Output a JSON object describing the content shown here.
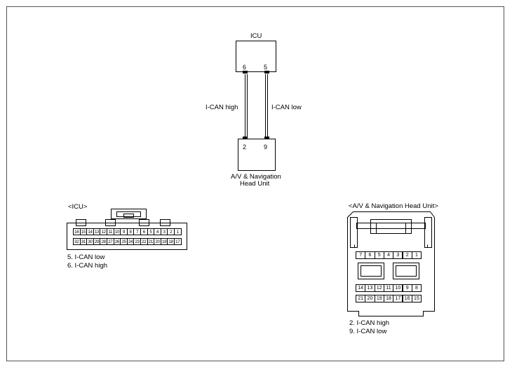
{
  "top": {
    "icu_title": "ICU",
    "icu_pins": [
      "6",
      "5"
    ],
    "wire_left": "I-CAN high",
    "wire_right": "I-CAN low",
    "head_pins": [
      "2",
      "9"
    ],
    "head_title_line1": "A/V & Navigation",
    "head_title_line2": "Head Unit"
  },
  "icu_connector": {
    "title": "<ICU>",
    "row1": [
      "16",
      "15",
      "14",
      "13",
      "12",
      "11",
      "10",
      "9",
      "8",
      "7",
      "6",
      "5",
      "4",
      "3",
      "2",
      "1"
    ],
    "row2": [
      "32",
      "31",
      "30",
      "29",
      "28",
      "27",
      "26",
      "25",
      "24",
      "23",
      "22",
      "21",
      "20",
      "19",
      "18",
      "17"
    ],
    "legend": [
      "5. I-CAN low",
      "6. I-CAN high"
    ]
  },
  "head_connector": {
    "title": "<A/V & Navigation Head Unit>",
    "row1": [
      "7",
      "6",
      "5",
      "4",
      "3",
      "2",
      "1"
    ],
    "row2": [
      "14",
      "13",
      "12",
      "11",
      "10",
      "9",
      "8"
    ],
    "row3": [
      "21",
      "20",
      "19",
      "18",
      "17",
      "16",
      "15"
    ],
    "legend": [
      "2. I-CAN high",
      "9. I-CAN low"
    ]
  }
}
